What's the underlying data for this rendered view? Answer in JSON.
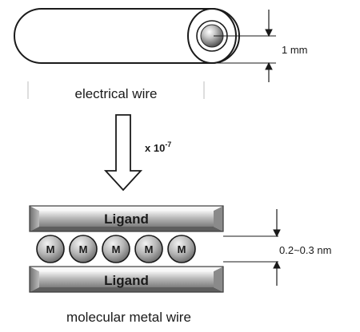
{
  "wire": {
    "caption": "electrical wire",
    "diameter_label": "1 mm"
  },
  "scale": {
    "base": "x 10",
    "exponent": "-7"
  },
  "molecular": {
    "top_ligand_label": "Ligand",
    "bottom_ligand_label": "Ligand",
    "atoms": [
      "M",
      "M",
      "M",
      "M",
      "M"
    ],
    "spacing_label": "0.2~0.3 nm",
    "caption": "molecular metal wire"
  }
}
